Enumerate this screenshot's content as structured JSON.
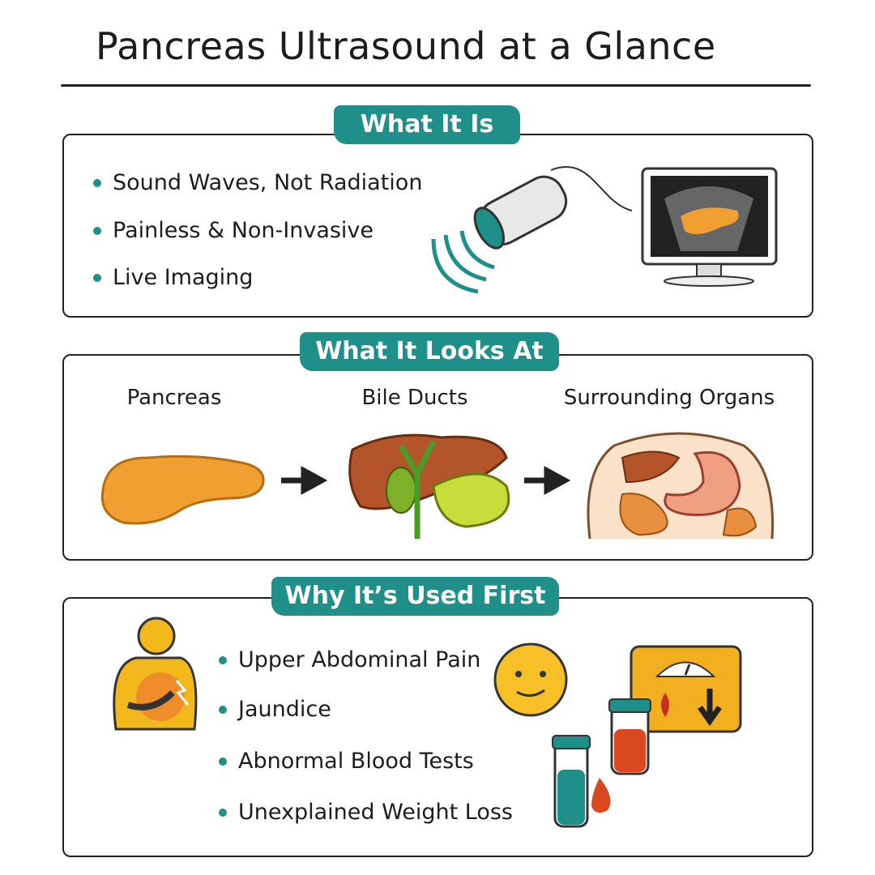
{
  "title": "Pancreas Ultrasound at a Glance",
  "colors": {
    "accent": "#1f8f8a",
    "organ": "#f0a030"
  },
  "sections": [
    {
      "heading": "What It Is",
      "bullets": [
        "Sound Waves, Not Radiation",
        "Painless & Non-Invasive",
        "Live Imaging"
      ],
      "icons": [
        "ultrasound-probe-icon",
        "monitor-icon"
      ]
    },
    {
      "heading": "What It Looks At",
      "items": [
        {
          "label": "Pancreas",
          "icon": "pancreas-icon"
        },
        {
          "label": "Bile Ducts",
          "icon": "bile-ducts-icon"
        },
        {
          "label": "Surrounding Organs",
          "icon": "organs-icon"
        }
      ]
    },
    {
      "heading": "Why It’s Used First",
      "bullets": [
        "Upper Abdominal Pain",
        "Jaundice",
        "Abnormal Blood Tests",
        "Unexplained Weight Loss"
      ],
      "icons": [
        "abdominal-pain-person-icon",
        "smiley-face-icon",
        "weight-scale-icon",
        "blood-test-tubes-icon"
      ]
    }
  ]
}
